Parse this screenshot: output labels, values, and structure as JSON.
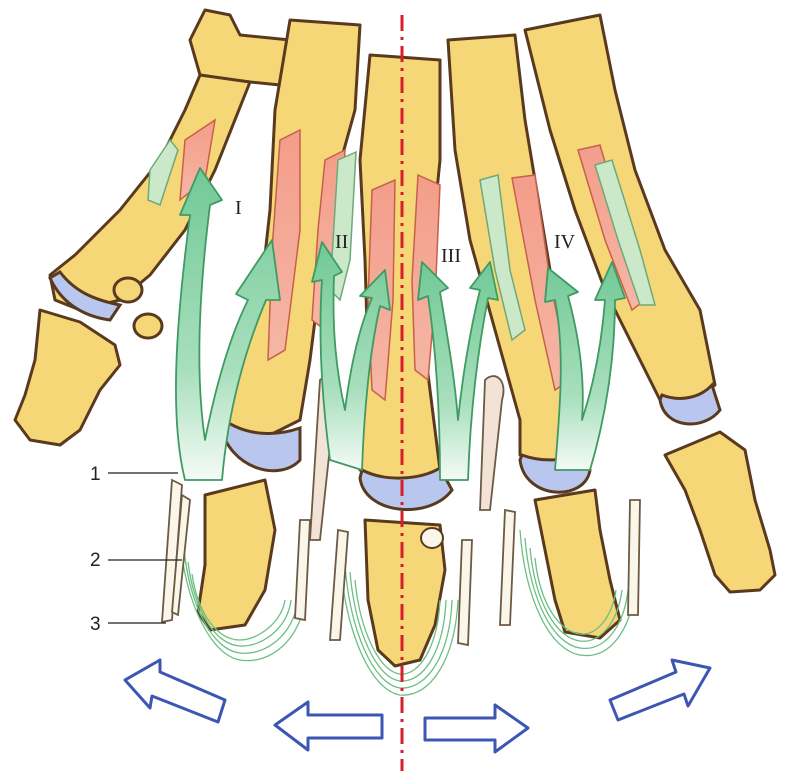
{
  "figure": {
    "interosseous_labels": [
      "I",
      "II",
      "III",
      "IV"
    ],
    "callouts": [
      "1",
      "2",
      "3"
    ]
  },
  "colors": {
    "bone": "#f6d777",
    "bone_outline": "#5a3a1f",
    "cartilage": "#b9c7ee",
    "interosseous_muscle": "#f1a28f",
    "arrow_green": "#7fcfa2",
    "arrow_green_light": "#e4f5ea",
    "tendon_sheath": "#96d3a6",
    "midline": "#d61f2b",
    "direction_arrow": "#3c56b4"
  },
  "icons": [
    "abduction-arrow",
    "midline-axis"
  ]
}
